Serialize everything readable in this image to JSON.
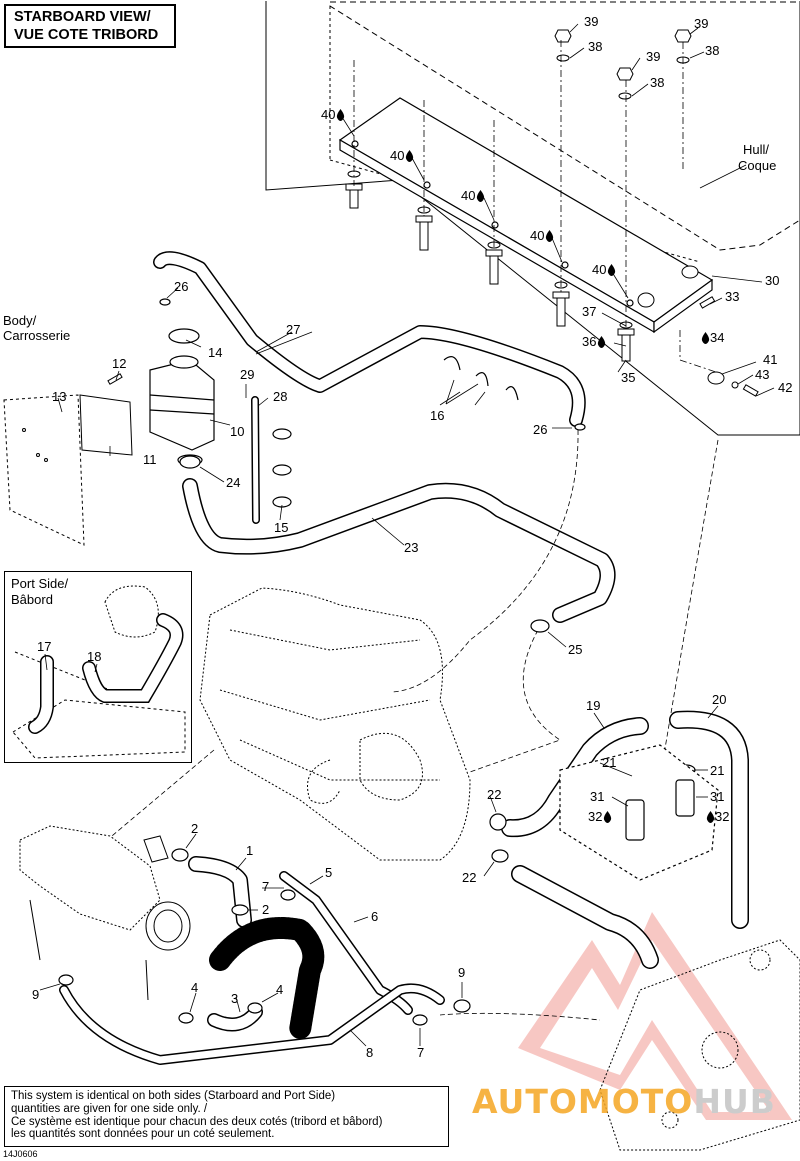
{
  "title": {
    "line1": "STARBOARD VIEW/",
    "line2": "VUE COTE TRIBORD"
  },
  "labels": {
    "hull_en": "Hull/",
    "hull_fr": "Coque",
    "body_en": "Body/",
    "body_fr": "Carrosserie"
  },
  "inset": {
    "title_en": "Port Side/",
    "title_fr": "Bâbord",
    "parts": [
      "17",
      "18"
    ]
  },
  "callouts": {
    "n1": "1",
    "n2a": "2",
    "n2b": "2",
    "n3": "3",
    "n4a": "4",
    "n4b": "4",
    "n5": "5",
    "n6": "6",
    "n7a": "7",
    "n7b": "7",
    "n8": "8",
    "n9a": "9",
    "n9b": "9",
    "n10": "10",
    "n11": "11",
    "n12": "12",
    "n13": "13",
    "n14": "14",
    "n15": "15",
    "n16": "16",
    "n19": "19",
    "n20": "20",
    "n21a": "21",
    "n21b": "21",
    "n22a": "22",
    "n22b": "22",
    "n23": "23",
    "n24": "24",
    "n25": "25",
    "n26a": "26",
    "n26b": "26",
    "n27": "27",
    "n28": "28",
    "n29": "29",
    "n30": "30",
    "n31a": "31",
    "n31b": "31",
    "n32a": "32",
    "n32b": "32",
    "n33": "33",
    "n34": "34",
    "n35": "35",
    "n36": "36",
    "n37": "37",
    "n38a": "38",
    "n38b": "38",
    "n38c": "38",
    "n39a": "39",
    "n39b": "39",
    "n39c": "39",
    "n40a": "40",
    "n40b": "40",
    "n40c": "40",
    "n40d": "40",
    "n40e": "40",
    "n41": "41",
    "n42": "42",
    "n43": "43"
  },
  "note": {
    "line1": "This system is identical on both sides (Starboard and Port Side)",
    "line2": "quantities are given for one side only. /",
    "line3": "Ce système est identique pour chacun des deux cotés (tribord et bâbord)",
    "line4": "les quantités sont données pour un coté seulement."
  },
  "figure_code": "14J0606",
  "watermark": {
    "part1": "AUTOMOTO",
    "part2": "HUB"
  },
  "colors": {
    "line": "#000000",
    "watermark_red": "#e8413a",
    "watermark_orange": "#f5a623"
  }
}
